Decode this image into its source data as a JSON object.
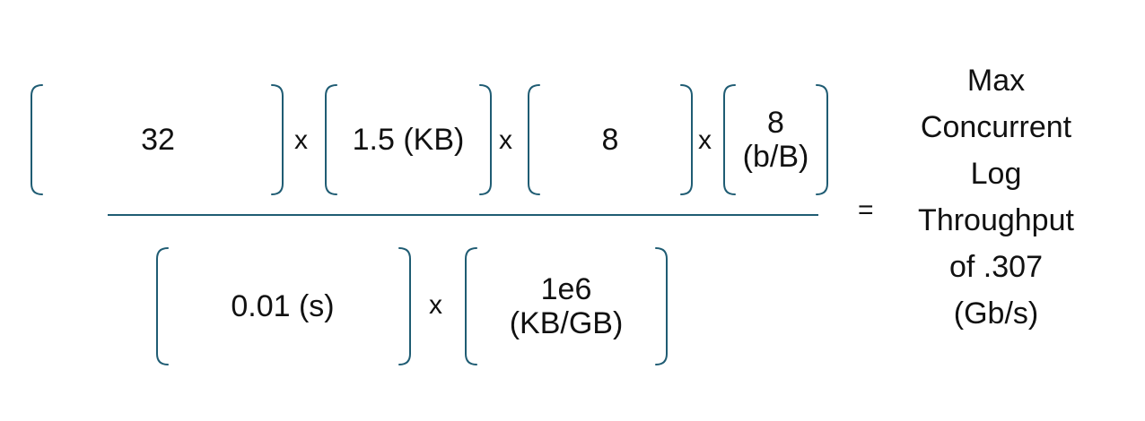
{
  "numerator": {
    "terms": [
      {
        "lines": [
          "32"
        ]
      },
      {
        "lines": [
          "1.5 (KB)"
        ]
      },
      {
        "lines": [
          "8"
        ]
      },
      {
        "lines": [
          "8",
          "(b/B)"
        ]
      }
    ],
    "operators": [
      "x",
      "x",
      "x"
    ]
  },
  "denominator": {
    "terms": [
      {
        "lines": [
          "0.01 (s)"
        ]
      },
      {
        "lines": [
          "1e6",
          "(KB/GB)"
        ]
      }
    ],
    "operators": [
      "x"
    ]
  },
  "equals": "=",
  "result": {
    "lines": [
      "Max",
      "Concurrent",
      "Log",
      "Throughput",
      "of .307",
      "(Gb/s)"
    ]
  },
  "colors": {
    "bracket": "#1f5c73",
    "text": "#111111"
  }
}
